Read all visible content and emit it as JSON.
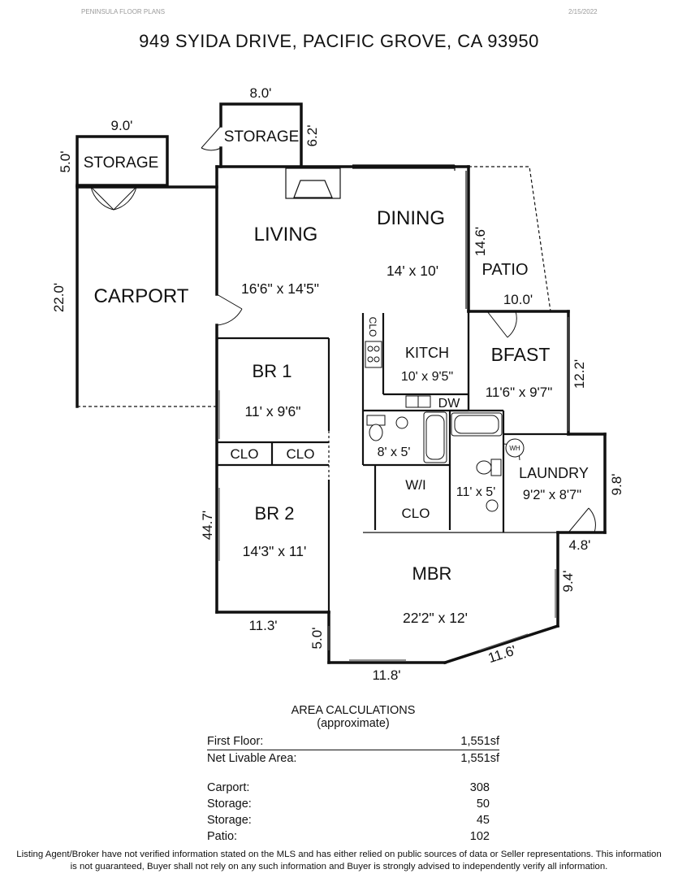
{
  "header": {
    "brand": "PENINSULA FLOOR PLANS",
    "date": "2/15/2022",
    "title": "949 SYIDA DRIVE, PACIFIC GROVE, CA 93950"
  },
  "rooms": {
    "storage1": "STORAGE",
    "storage2": "STORAGE",
    "carport": "CARPORT",
    "living": "LIVING",
    "living_size": "16'6\" x 14'5\"",
    "dining": "DINING",
    "dining_size": "14' x 10'",
    "patio": "PATIO",
    "kitch": "KITCH",
    "kitch_size": "10' x 9'5\"",
    "bfast": "BFAST",
    "bfast_size": "11'6\" x 9'7\"",
    "br1": "BR 1",
    "br1_size": "11' x 9'6\"",
    "clo_a": "CLO",
    "clo_b": "CLO",
    "clo_kitchen": "CLO",
    "dw": "DW",
    "bath1_size": "8' x 5'",
    "wi": "W/I",
    "wi_clo": "CLO",
    "bath2_size": "11' x 5'",
    "wh": "WH",
    "laundry": "LAUNDRY",
    "laundry_size": "9'2\" x 8'7\"",
    "br2": "BR 2",
    "br2_size": "14'3\" x 11'",
    "mbr": "MBR",
    "mbr_size": "22'2\" x 12'"
  },
  "dimensions": {
    "d_8_0": "8.0'",
    "d_6_2": "6.2'",
    "d_9_0": "9.0'",
    "d_5_0_top": "5.0'",
    "d_22_0": "22.0'",
    "d_14_6": "14.6'",
    "d_10_0": "10.0'",
    "d_12_2": "12.2'",
    "d_9_8": "9.8'",
    "d_4_8": "4.8'",
    "d_9_4": "9.4'",
    "d_44_7": "44.7'",
    "d_11_3": "11.3'",
    "d_5_0_bottom": "5.0'",
    "d_11_8": "11.8'",
    "d_11_6": "11.6'"
  },
  "area": {
    "title": "AREA CALCULATIONS",
    "subtitle": "(approximate)",
    "rows": [
      {
        "label": "First Floor:",
        "value": "1,551sf"
      },
      {
        "label": "Net Livable Area:",
        "value": "1,551sf"
      }
    ],
    "extras": [
      {
        "label": "Carport:",
        "value": "308"
      },
      {
        "label": "Storage:",
        "value": "50"
      },
      {
        "label": "Storage:",
        "value": "45"
      },
      {
        "label": "Patio:",
        "value": "102"
      }
    ]
  },
  "disclaimer": "Listing Agent/Broker have not verified information stated on the MLS and has either relied on public sources of data or Seller representations. This information is not guaranteed, Buyer shall not rely on any such information and Buyer is strongly advised to independently verify all information."
}
